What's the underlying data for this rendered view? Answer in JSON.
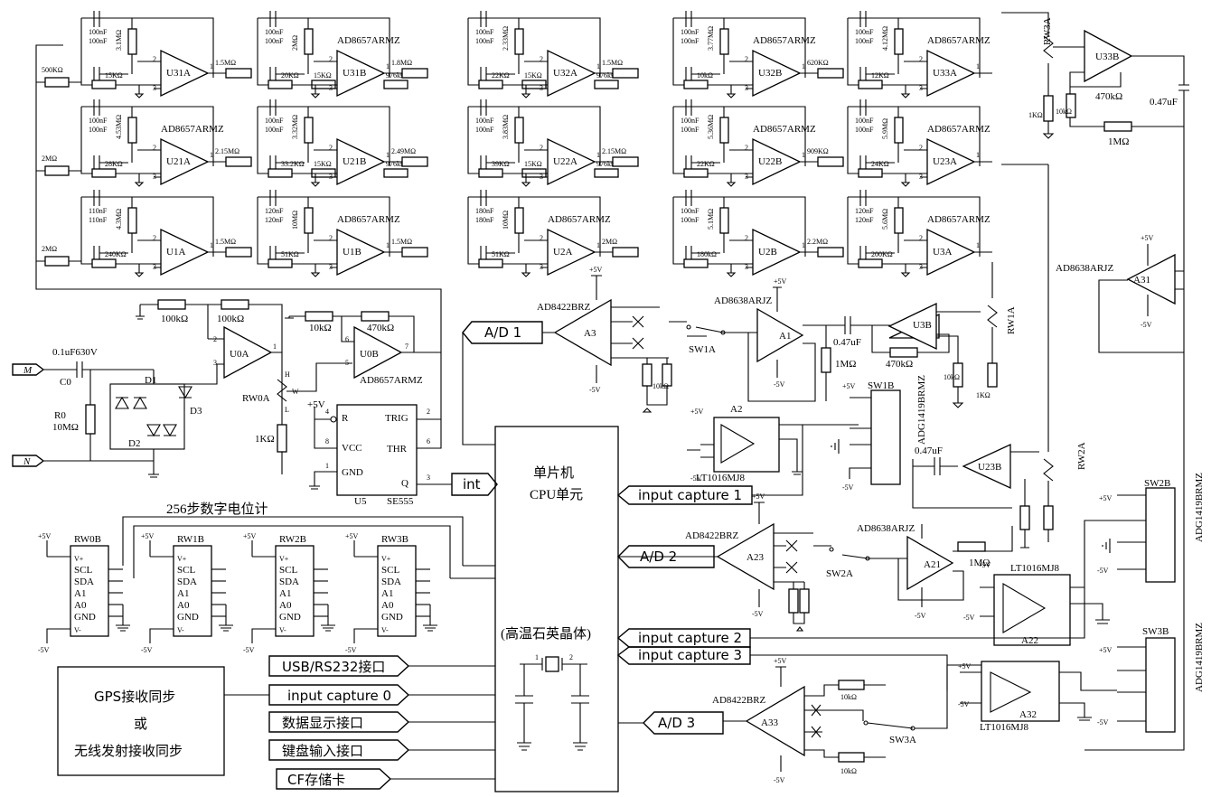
{
  "filters": [
    {
      "label": "U31A",
      "res_in": "500KΩ",
      "c_top": "100nF",
      "c_bot": "100nF",
      "r_fb": "3.1MΩ",
      "r_gnd": "15KΩ",
      "r_out": "1.5MΩ"
    },
    {
      "label": "U31B",
      "opamp": "AD8657ARMZ",
      "c_top": "100nF",
      "c_bot": "100nF",
      "r_fb": "2MΩ",
      "r_a": "20KΩ",
      "r_b": "15KΩ",
      "r_c": "976kΩ",
      "r_out": "1.8MΩ"
    },
    {
      "label": "U32A",
      "c_top": "100nF",
      "c_bot": "100nF",
      "r_fb": "2.33MΩ",
      "r_a": "22KΩ",
      "r_b": "15KΩ",
      "r_c": "976kΩ",
      "r_out": "1.5MΩ"
    },
    {
      "label": "U32B",
      "opamp": "AD8657ARMZ",
      "c_top": "100nF",
      "c_bot": "100nF",
      "r_fb": "3.77MΩ",
      "r_a": "10kΩ",
      "r_out": "620KΩ"
    },
    {
      "label": "U33A",
      "opamp": "AD8657ARMZ",
      "c_top": "100nF",
      "c_bot": "100nF",
      "r_fb": "4.12MΩ",
      "r_a": "12KΩ"
    },
    {
      "label": "U21A",
      "opamp": "AD8657ARMZ",
      "res_in": "2MΩ",
      "c_top": "100nF",
      "c_bot": "100nF",
      "r_fb": "4.53MΩ",
      "r_gnd": "28KΩ",
      "r_out": "2.15MΩ"
    },
    {
      "label": "U21B",
      "c_top": "100nF",
      "c_bot": "100nF",
      "r_fb": "3.32MΩ",
      "r_a": "33.2KΩ",
      "r_b": "15KΩ",
      "r_c": "976kΩ",
      "r_out": "2.49MΩ"
    },
    {
      "label": "U22A",
      "c_top": "100nF",
      "c_bot": "100nF",
      "r_fb": "3.83MΩ",
      "r_a": "39KΩ",
      "r_b": "15KΩ",
      "r_c": "976kΩ",
      "r_out": "2.15MΩ"
    },
    {
      "label": "U22B",
      "opamp": "AD8657ARMZ",
      "c_top": "100nF",
      "c_bot": "100nF",
      "r_fb": "5.36MΩ",
      "r_a": "22KΩ",
      "r_out": "909KΩ"
    },
    {
      "label": "U23A",
      "opamp": "AD8657ARMZ",
      "c_top": "100nF",
      "c_bot": "100nF",
      "r_fb": "5.9MΩ",
      "r_a": "24KΩ"
    },
    {
      "label": "U1A",
      "res_in": "2MΩ",
      "c_top": "110nF",
      "c_bot": "110nF",
      "r_fb": "4.3MΩ",
      "r_gnd": "240KΩ",
      "r_out": "1.5MΩ"
    },
    {
      "label": "U1B",
      "opamp": "AD8657ARMZ",
      "c_top": "120nF",
      "c_bot": "120nF",
      "r_fb": "10MΩ",
      "r_a": "51KΩ",
      "r_out": "1.5MΩ"
    },
    {
      "label": "U2A",
      "opamp": "AD8657ARMZ",
      "c_top": "180nF",
      "c_bot": "180nF",
      "r_fb": "10MΩ",
      "r_a": "51KΩ",
      "r_out": "2MΩ"
    },
    {
      "label": "U2B",
      "c_top": "100nF",
      "c_bot": "100nF",
      "r_fb": "5.1MΩ",
      "r_a": "180kΩ",
      "r_out": "2.2MΩ"
    },
    {
      "label": "U3A",
      "opamp": "AD8657ARMZ",
      "c_top": "120nF",
      "c_bot": "120nF",
      "r_fb": "5.6MΩ",
      "r_a": "200KΩ"
    }
  ],
  "pin_labels": {
    "p1": "1",
    "p2": "2",
    "p3": "3",
    "p5": "5",
    "p6": "6",
    "p7": "7",
    "p4": "4",
    "p8": "8"
  },
  "front_end": {
    "in_m": "M",
    "in_n": "N",
    "c0": "C0",
    "c0_val": "0.1uF630V",
    "r0": "R0",
    "r0_val": "10MΩ",
    "d1": "D1",
    "d2": "D2",
    "d3": "D3",
    "u0a": "U0A",
    "u0b": "U0B",
    "u0b_part": "AD8657ARMZ",
    "r1": "100kΩ",
    "r2": "100kΩ",
    "r3": "10kΩ",
    "r4": "470kΩ",
    "rw0a": "RW0A",
    "r1k": "1KΩ",
    "pin_h": "H",
    "pin_w": "W",
    "pin_l": "L"
  },
  "timer": {
    "label": "U5",
    "part": "SE555",
    "r": "R",
    "vcc": "VCC",
    "gnd": "GND",
    "trig": "TRIG",
    "thr": "THR",
    "q": "Q",
    "p5v": "+5V"
  },
  "mcu": {
    "line1": "单片机",
    "line2": "CPU单元",
    "crystal": "(高温石英晶体)"
  },
  "ports": {
    "ad1": "A/D  1",
    "ad2": "A/D  2",
    "ad3": "A/D  3",
    "int": "int",
    "ic1": "input capture 1",
    "ic2": "input  capture 2",
    "ic3": "input  capture 3",
    "ic0": "input  capture 0",
    "usb": "USB/RS232接口",
    "disp": "数据显示接口",
    "kbd": "键盘输入接口",
    "cf": "CF存储卡"
  },
  "gps": {
    "line1": "GPS接收同步",
    "line2": "或",
    "line3": "无线发射接收同步"
  },
  "digipot": {
    "title": "256步数字电位计",
    "chips": [
      "RW0B",
      "RW1B",
      "RW2B",
      "RW3B"
    ],
    "pins": [
      "SCL",
      "SDA",
      "A1",
      "A0",
      "GND"
    ],
    "vcc": "V+",
    "vneg": "V-",
    "p5v": "+5V",
    "n5v": "-5V"
  },
  "chain1": {
    "inamp": "AD8422BRZ",
    "a3": "A3",
    "sw": "SW1A",
    "amp": "AD8638ARJZ",
    "a1": "A1",
    "c": "0.47uF",
    "r1m": "1MΩ",
    "r470": "470kΩ",
    "u3b": "U3B",
    "rw1a": "RW1A",
    "r10k": "10kΩ",
    "r1k": "1KΩ",
    "a2": "A2",
    "lt": "LT1016MJ8",
    "sw1b": "SW1B",
    "adg": "ADG1419BRMZ",
    "p5v": "+5V",
    "n5v": "-5V"
  },
  "chain2": {
    "inamp": "AD8422BRZ",
    "a23": "A23",
    "sw": "SW2A",
    "amp": "AD8638ARJZ",
    "a21": "A21",
    "c": "0.47uF",
    "r1m": "1MΩ",
    "u23b": "U23B",
    "rw2a": "RW2A",
    "a22": "A22",
    "lt": "LT1016MJ8",
    "sw2b": "SW2B",
    "adg": "ADG1419BRMZ"
  },
  "chain3": {
    "inamp": "AD8422BRZ",
    "a33": "A33",
    "sw": "SW3A",
    "a32": "A32",
    "lt": "LT1016MJ8",
    "sw3b": "SW3B",
    "adg": "ADG1419BRMZ",
    "r10k": "10kΩ"
  },
  "topright": {
    "rw3a": "RW3A",
    "u33b": "U33B",
    "r470": "470kΩ",
    "c": "0.47uF",
    "r1m": "1MΩ",
    "r1k": "1KΩ",
    "r10k": "10kΩ",
    "amp": "AD8638ARJZ",
    "a31": "A31",
    "p5v": "+5V",
    "n5v": "-5V"
  }
}
